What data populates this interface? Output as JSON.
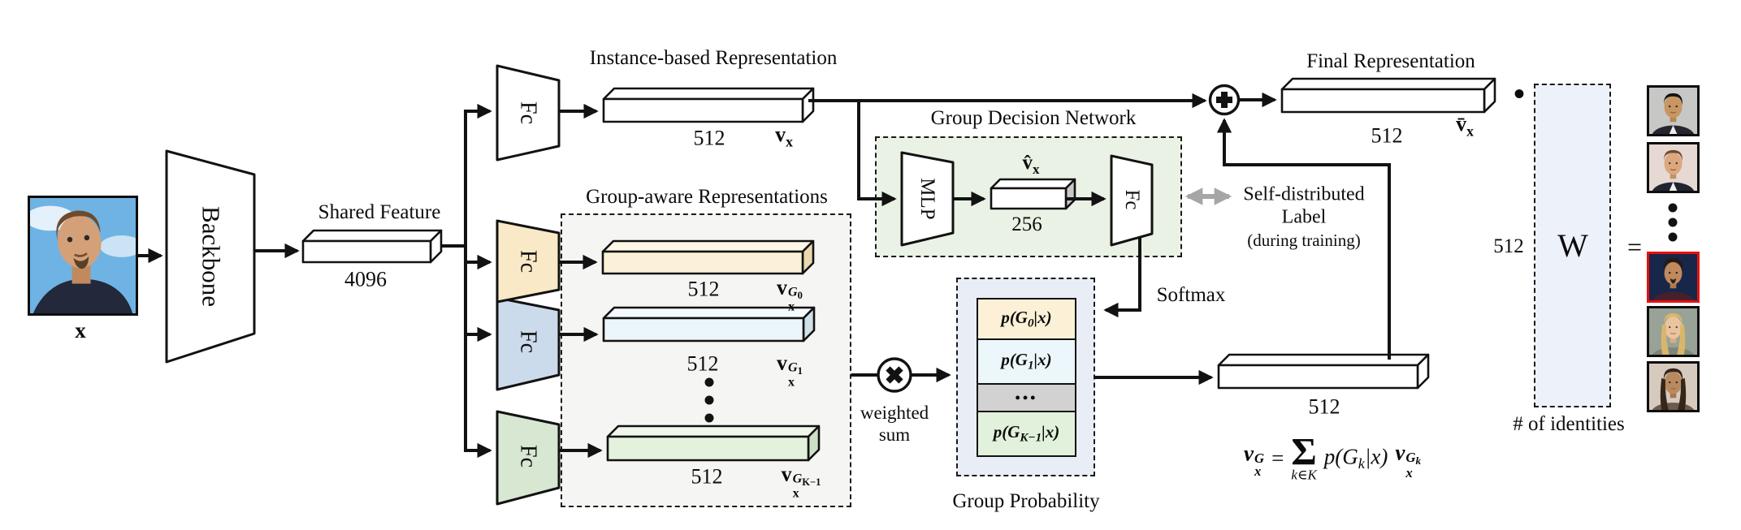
{
  "colors": {
    "group0_yellow": "#FAE9C6",
    "group1_blue": "#CBDBEB",
    "groupK_green": "#D7E7D1",
    "bar_yellow": "#FBF1D8",
    "bar_blue": "#ECF6FA",
    "bar_green": "#E3F1DD",
    "gdn_bg": "#E9F2E4",
    "group_aware_bg": "#F5F5F4",
    "prob_bg": "#E9EDF6",
    "w_bg": "#EDF2FA",
    "cell_gray": "#D2D2D2",
    "highlight_red": "#E81010",
    "gray_arrow": "#A6A6A6"
  },
  "input": {
    "label": "x"
  },
  "backbone": {
    "label": "Backbone"
  },
  "shared": {
    "title": "Shared Feature",
    "dim": "4096"
  },
  "fc": {
    "instance": "Fc",
    "group0": "Fc",
    "group1": "Fc",
    "groupK": "Fc",
    "gdn": "Fc",
    "mlp": "MLP"
  },
  "instance": {
    "title": "Instance-based Representation",
    "dim": "512",
    "vec": {
      "base": "v",
      "sub": "x"
    }
  },
  "group_aware": {
    "title": "Group-aware Representations",
    "bars": [
      {
        "dim": "512",
        "vec": {
          "base": "v",
          "sub": "x",
          "sup_base": "G",
          "sup_sub": "0"
        }
      },
      {
        "dim": "512",
        "vec": {
          "base": "v",
          "sub": "x",
          "sup_base": "G",
          "sup_sub": "1"
        }
      },
      {
        "dim": "512",
        "vec": {
          "base": "v",
          "sub": "x",
          "sup_base": "G",
          "sup_sub": "K−1"
        }
      }
    ]
  },
  "gdn": {
    "title": "Group Decision Network",
    "hidden_dim": "256",
    "hidden_vec": {
      "base": "v̂",
      "sub": "x"
    },
    "softmax": "Softmax"
  },
  "self_label": {
    "line1": "Self-distributed",
    "line2": "Label",
    "line3": "(during training)"
  },
  "weighted_sum": {
    "line1": "weighted",
    "line2": "sum"
  },
  "group_prob": {
    "title": "Group Probability",
    "cells": [
      {
        "pre": "p(G",
        "sub": "0",
        "post": "|x)"
      },
      {
        "pre": "p(G",
        "sub": "1",
        "post": "|x)"
      },
      {
        "pre": "p(G",
        "sub": "K−1",
        "post": "|x)"
      }
    ],
    "dots": "•••"
  },
  "group_vec": {
    "dim": "512"
  },
  "final": {
    "title": "Final Representation",
    "dim": "512",
    "vec": {
      "base": "v̄",
      "sub": "x"
    }
  },
  "formula": {
    "lhs": {
      "base": "v",
      "sup": "G",
      "sub": "x"
    },
    "eq": "=",
    "sigma": "Σ",
    "under": "k∈K",
    "p": {
      "pre": "p(G",
      "sub": "k",
      "post": "|x)"
    },
    "rhs": {
      "base": "v",
      "sub": "x",
      "sup_base": "G",
      "sup_sub": "k"
    }
  },
  "classifier": {
    "dim": "512",
    "label": "W",
    "equals": "=",
    "dot": "•",
    "caption": "# of identities"
  }
}
